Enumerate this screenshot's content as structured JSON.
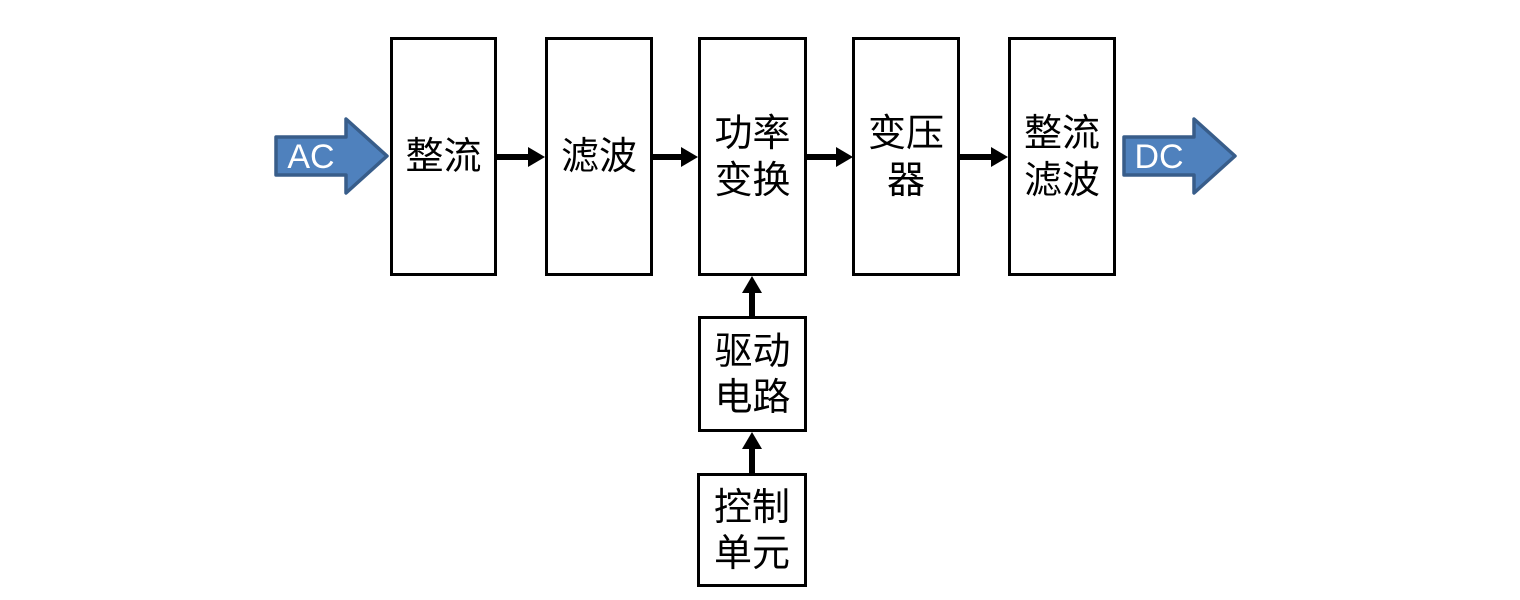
{
  "diagram": {
    "input_label": "AC",
    "output_label": "DC",
    "blocks": [
      {
        "id": "rectifier",
        "label": "整流",
        "lines": [
          "整流"
        ]
      },
      {
        "id": "filter",
        "label": "滤波",
        "lines": [
          "滤波"
        ]
      },
      {
        "id": "power-conversion",
        "label": "功率变换",
        "lines": [
          "功率",
          "变换"
        ]
      },
      {
        "id": "transformer",
        "label": "变压器",
        "lines": [
          "变压",
          "器"
        ]
      },
      {
        "id": "rectifier-filter",
        "label": "整流滤波",
        "lines": [
          "整流",
          "滤波"
        ]
      },
      {
        "id": "drive-circuit",
        "label": "驱动电路",
        "lines": [
          "驱动",
          "电路"
        ]
      },
      {
        "id": "control-unit",
        "label": "控制单元",
        "lines": [
          "控制",
          "单元"
        ]
      }
    ],
    "flow": [
      "AC → 整流 → 滤波 → 功率变换 → 变压器 → 整流滤波 → DC",
      "控制单元 → 驱动电路 → 功率变换"
    ],
    "colors": {
      "io_arrow_fill": "#4f81bd",
      "io_arrow_border": "#385d8a",
      "line_color": "#000000",
      "box_border": "#000000",
      "background": "#ffffff",
      "io_label_color": "#ffffff"
    }
  }
}
